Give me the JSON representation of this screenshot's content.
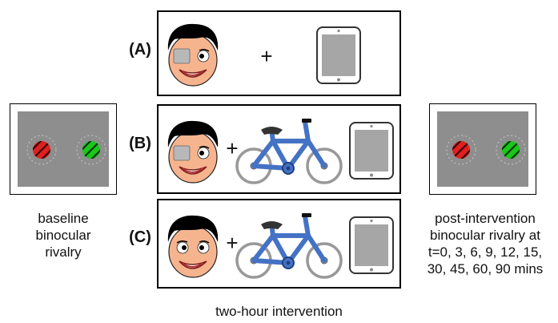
{
  "panels": [
    {
      "label": "(A)",
      "items": [
        "face-with-eyepatch",
        "tablet"
      ]
    },
    {
      "label": "(B)",
      "items": [
        "face-with-eyepatch",
        "bicycle",
        "tablet"
      ]
    },
    {
      "label": "(C)",
      "items": [
        "face",
        "bicycle",
        "tablet"
      ]
    }
  ],
  "plus_symbol": "+",
  "left_caption": [
    "baseline",
    "binocular",
    "rivalry"
  ],
  "right_caption": [
    "post-intervention",
    "binocular rivalry at",
    "t=0, 3, 6, 9, 12, 15,",
    "30, 45, 60, 90 mins"
  ],
  "bottom_caption": "two-hour intervention",
  "colors": {
    "skin": "#f6b48e",
    "hair": "#000000",
    "patch": "#b8b8b8",
    "bike": "#4472c4",
    "tablet_screen": "#a6a6a6",
    "stim_background": "#8e8e8e",
    "grating_red": "#e02020",
    "grating_green": "#19c819"
  }
}
